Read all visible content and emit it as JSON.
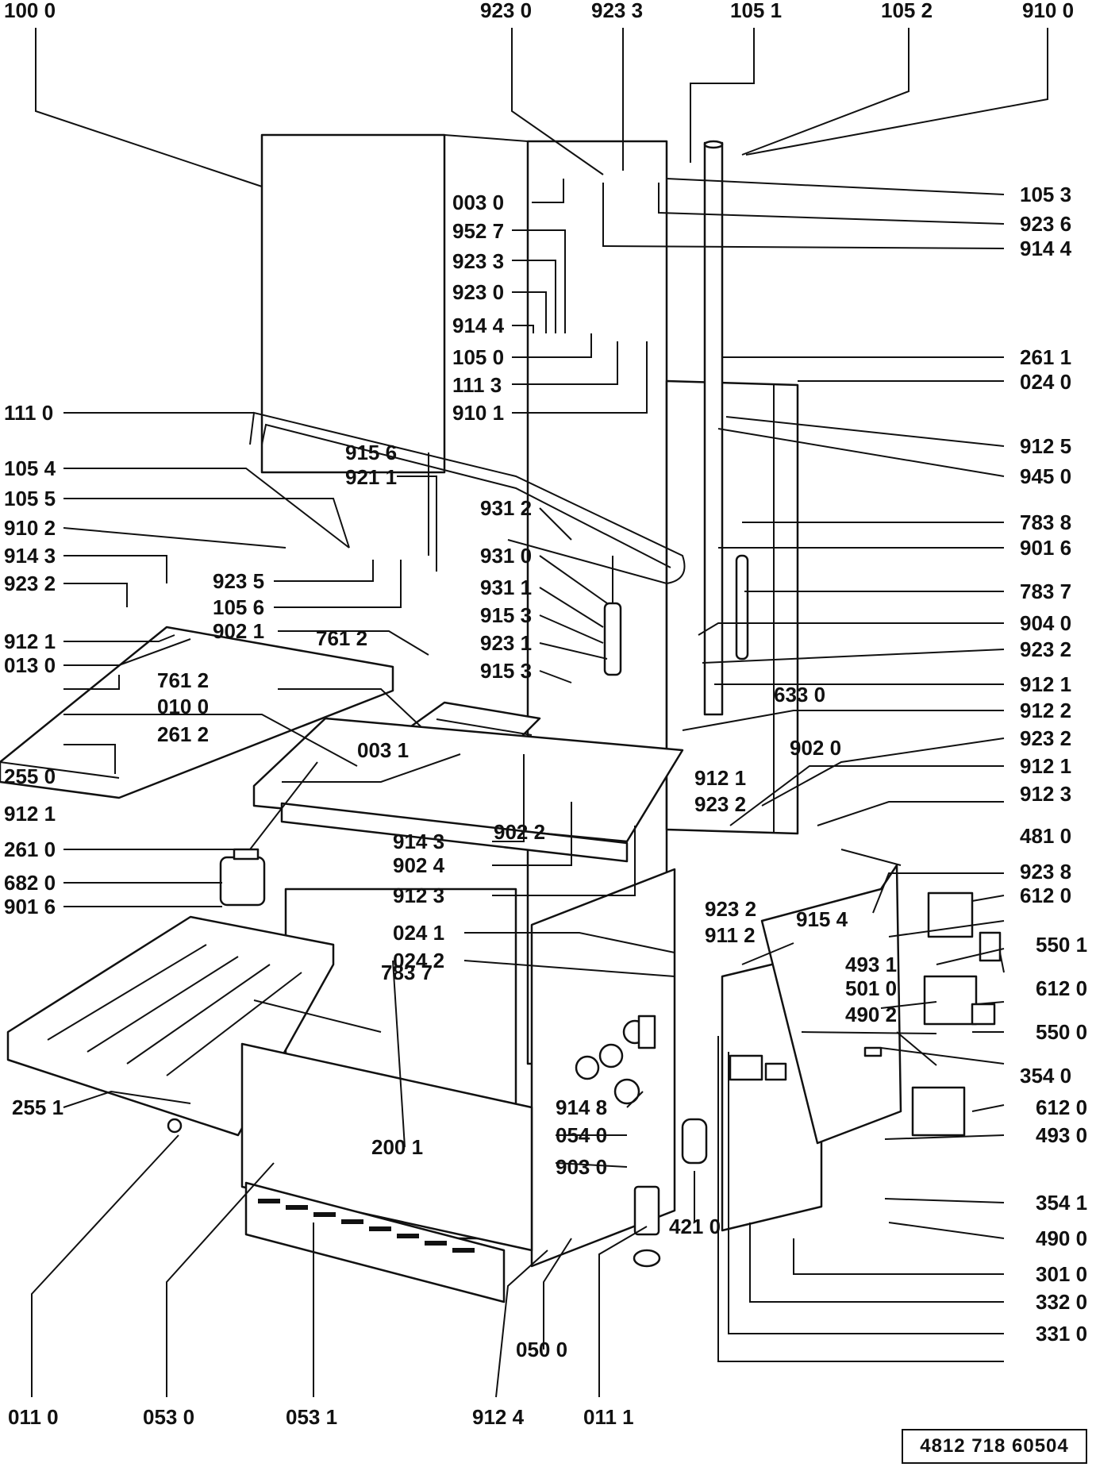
{
  "document_code": "4812 718 60504",
  "labels": [
    {
      "id": "l0",
      "text": "100 0"
    },
    {
      "id": "l1",
      "text": "923 0"
    },
    {
      "id": "l2",
      "text": "923 3"
    },
    {
      "id": "l3",
      "text": "105 1"
    },
    {
      "id": "l4",
      "text": "105 2"
    },
    {
      "id": "l5",
      "text": "910 0"
    },
    {
      "id": "l6",
      "text": "105 3"
    },
    {
      "id": "l7",
      "text": "003 0"
    },
    {
      "id": "l8",
      "text": "923 6"
    },
    {
      "id": "l9",
      "text": "914 4"
    },
    {
      "id": "l10",
      "text": "952 7"
    },
    {
      "id": "l11",
      "text": "923 3"
    },
    {
      "id": "l12",
      "text": "923 0"
    },
    {
      "id": "l13",
      "text": "914 4"
    },
    {
      "id": "l14",
      "text": "105 0"
    },
    {
      "id": "l15",
      "text": "111 3"
    },
    {
      "id": "l16",
      "text": "261 1"
    },
    {
      "id": "l17",
      "text": "910 1"
    },
    {
      "id": "l18",
      "text": "024 0"
    },
    {
      "id": "l19",
      "text": "111 0"
    },
    {
      "id": "l20",
      "text": "912 5"
    },
    {
      "id": "l21",
      "text": "915 6"
    },
    {
      "id": "l22",
      "text": "105 4"
    },
    {
      "id": "l23",
      "text": "945 0"
    },
    {
      "id": "l24",
      "text": "921 1"
    },
    {
      "id": "l25",
      "text": "105 5"
    },
    {
      "id": "l26",
      "text": "931 2"
    },
    {
      "id": "l27",
      "text": "783 8"
    },
    {
      "id": "l28",
      "text": "910 2"
    },
    {
      "id": "l29",
      "text": "901 6"
    },
    {
      "id": "l30",
      "text": "914 3"
    },
    {
      "id": "l31",
      "text": "931 0"
    },
    {
      "id": "l32",
      "text": "923 2"
    },
    {
      "id": "l33",
      "text": "923 5"
    },
    {
      "id": "l34",
      "text": "931 1"
    },
    {
      "id": "l35",
      "text": "783 7"
    },
    {
      "id": "l36",
      "text": "105 6"
    },
    {
      "id": "l37",
      "text": "915 3"
    },
    {
      "id": "l38",
      "text": "904 0"
    },
    {
      "id": "l39",
      "text": "912 1"
    },
    {
      "id": "l40",
      "text": "902 1"
    },
    {
      "id": "l41",
      "text": "923 1"
    },
    {
      "id": "l42",
      "text": "923 2"
    },
    {
      "id": "l43",
      "text": "013 0"
    },
    {
      "id": "l44",
      "text": "761 2"
    },
    {
      "id": "l45",
      "text": "915 3"
    },
    {
      "id": "l46",
      "text": "912 1"
    },
    {
      "id": "l47",
      "text": "761 2"
    },
    {
      "id": "l48",
      "text": "633 0"
    },
    {
      "id": "l49",
      "text": "912 2"
    },
    {
      "id": "l50",
      "text": "010 0"
    },
    {
      "id": "l51",
      "text": "923 2"
    },
    {
      "id": "l52",
      "text": "261 2"
    },
    {
      "id": "l53",
      "text": "902 0"
    },
    {
      "id": "l54",
      "text": "003 1"
    },
    {
      "id": "l55",
      "text": "912 1"
    },
    {
      "id": "l56",
      "text": "255 0"
    },
    {
      "id": "l57",
      "text": "912 1"
    },
    {
      "id": "l58",
      "text": "923 2"
    },
    {
      "id": "l59",
      "text": "912 3"
    },
    {
      "id": "l60",
      "text": "912 1"
    },
    {
      "id": "l61",
      "text": "902 2"
    },
    {
      "id": "l62",
      "text": "481 0"
    },
    {
      "id": "l63",
      "text": "914 3"
    },
    {
      "id": "l64",
      "text": "261 0"
    },
    {
      "id": "l65",
      "text": "902 4"
    },
    {
      "id": "l66",
      "text": "923 8"
    },
    {
      "id": "l67",
      "text": "682 0"
    },
    {
      "id": "l68",
      "text": "912 3"
    },
    {
      "id": "l69",
      "text": "612 0"
    },
    {
      "id": "l70",
      "text": "901 6"
    },
    {
      "id": "l71",
      "text": "923 2"
    },
    {
      "id": "l72",
      "text": "915 4"
    },
    {
      "id": "l73",
      "text": "024 1"
    },
    {
      "id": "l74",
      "text": "911 2"
    },
    {
      "id": "l75",
      "text": "550 1"
    },
    {
      "id": "l76",
      "text": "024 2"
    },
    {
      "id": "l77",
      "text": "493 1"
    },
    {
      "id": "l78",
      "text": "783 7"
    },
    {
      "id": "l79",
      "text": "501 0"
    },
    {
      "id": "l80",
      "text": "612 0"
    },
    {
      "id": "l81",
      "text": "490 2"
    },
    {
      "id": "l82",
      "text": "550 0"
    },
    {
      "id": "l83",
      "text": "354 0"
    },
    {
      "id": "l84",
      "text": "914 8"
    },
    {
      "id": "l85",
      "text": "612 0"
    },
    {
      "id": "l86",
      "text": "255 1"
    },
    {
      "id": "l87",
      "text": "054 0"
    },
    {
      "id": "l88",
      "text": "493 0"
    },
    {
      "id": "l89",
      "text": "200 1"
    },
    {
      "id": "l90",
      "text": "903 0"
    },
    {
      "id": "l91",
      "text": "421 0"
    },
    {
      "id": "l92",
      "text": "354 1"
    },
    {
      "id": "l93",
      "text": "490 0"
    },
    {
      "id": "l94",
      "text": "301 0"
    },
    {
      "id": "l95",
      "text": "332 0"
    },
    {
      "id": "l96",
      "text": "050 0"
    },
    {
      "id": "l97",
      "text": "331 0"
    },
    {
      "id": "l98",
      "text": "011 0"
    },
    {
      "id": "l99",
      "text": "053 0"
    },
    {
      "id": "l100",
      "text": "053 1"
    },
    {
      "id": "l101",
      "text": "912 4"
    },
    {
      "id": "l102",
      "text": "011 1"
    }
  ]
}
